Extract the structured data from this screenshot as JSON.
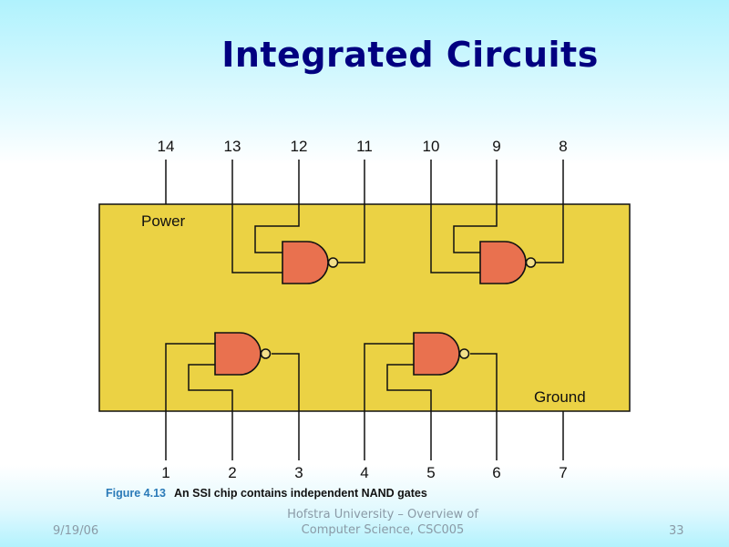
{
  "slide": {
    "title": "Integrated Circuits",
    "footer": {
      "date": "9/19/06",
      "center_line1": "Hofstra University – Overview of",
      "center_line2": "Computer Science, CSC005",
      "page_number": "33"
    }
  },
  "figure": {
    "caption_number": "Figure 4.13",
    "caption_text": "An SSI chip contains independent NAND gates",
    "colors": {
      "chip_fill": "#ebd244",
      "gate_fill": "#e9714f",
      "wire": "#111111"
    },
    "chip_labels": {
      "power": "Power",
      "ground": "Ground"
    },
    "top_pins": [
      "14",
      "13",
      "12",
      "11",
      "10",
      "9",
      "8"
    ],
    "bottom_pins": [
      "1",
      "2",
      "3",
      "4",
      "5",
      "6",
      "7"
    ],
    "gates": [
      {
        "type": "NAND",
        "inputs": [
          "12",
          "13"
        ],
        "output": "11"
      },
      {
        "type": "NAND",
        "inputs": [
          "9",
          "10"
        ],
        "output": "8"
      },
      {
        "type": "NAND",
        "inputs": [
          "1",
          "2"
        ],
        "output": "3"
      },
      {
        "type": "NAND",
        "inputs": [
          "4",
          "5"
        ],
        "output": "6"
      }
    ]
  }
}
